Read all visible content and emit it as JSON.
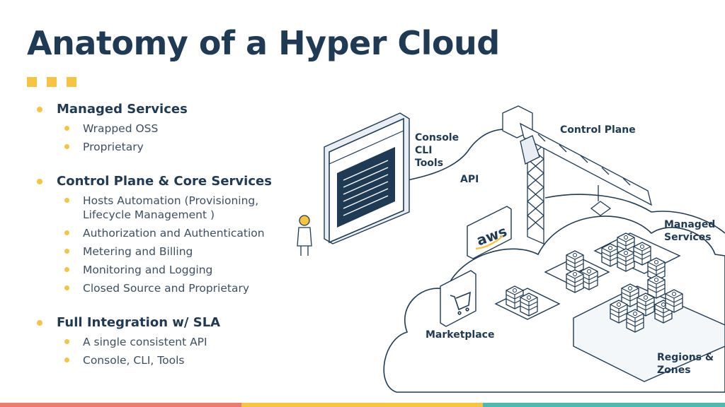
{
  "title": "Anatomy of a Hyper Cloud",
  "sections": [
    {
      "heading": "Managed Services",
      "items": [
        "Wrapped OSS",
        "Proprietary"
      ]
    },
    {
      "heading": "Control Plane & Core Services",
      "items": [
        "Hosts Automation (Provisioning, Lifecycle Management )",
        "Authorization and Authentication",
        "Metering and Billing",
        "Monitoring and Logging",
        "Closed Source and Proprietary"
      ]
    },
    {
      "heading": "Full Integration w/ SLA",
      "items": [
        "A single consistent API",
        "Console, CLI,  Tools"
      ]
    }
  ],
  "diagram": {
    "console_cli_tools": [
      "Console",
      "CLI",
      "Tools"
    ],
    "api": "API",
    "control_plane": "Control Plane",
    "managed_services": [
      "Managed",
      "Services"
    ],
    "marketplace": "Marketplace",
    "regions_zones": [
      "Regions &",
      "Zones"
    ],
    "aws_logo": "aws"
  },
  "colors": {
    "title": "#1e3a55",
    "accent_yellow": "#f6c440",
    "bar_coral": "#ee7b6f",
    "bar_yellow": "#f6c440",
    "bar_teal": "#4cb9b2"
  }
}
